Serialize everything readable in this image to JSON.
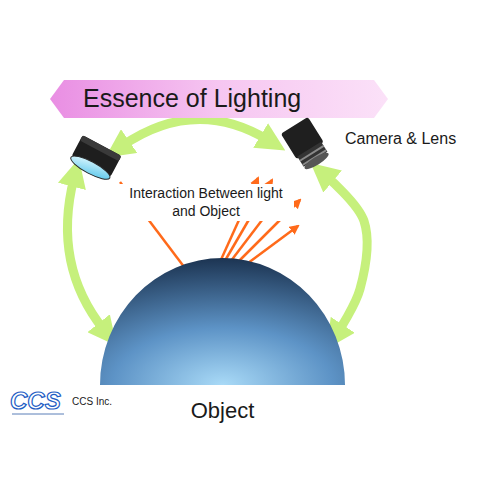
{
  "diagram": {
    "nodes": [
      {
        "text": [
          "Essence of Lighting"
        ]
      },
      {
        "text": [
          "Camera & Lens"
        ]
      },
      {
        "text": [
          "Object"
        ]
      }
    ],
    "edges": [
      {
        "from": 1,
        "to": 2,
        "arrow": "both"
      }
    ],
    "labels": [
      "Interaction Between light and Object",
      "CCS",
      "CCS Inc."
    ]
  }
}
